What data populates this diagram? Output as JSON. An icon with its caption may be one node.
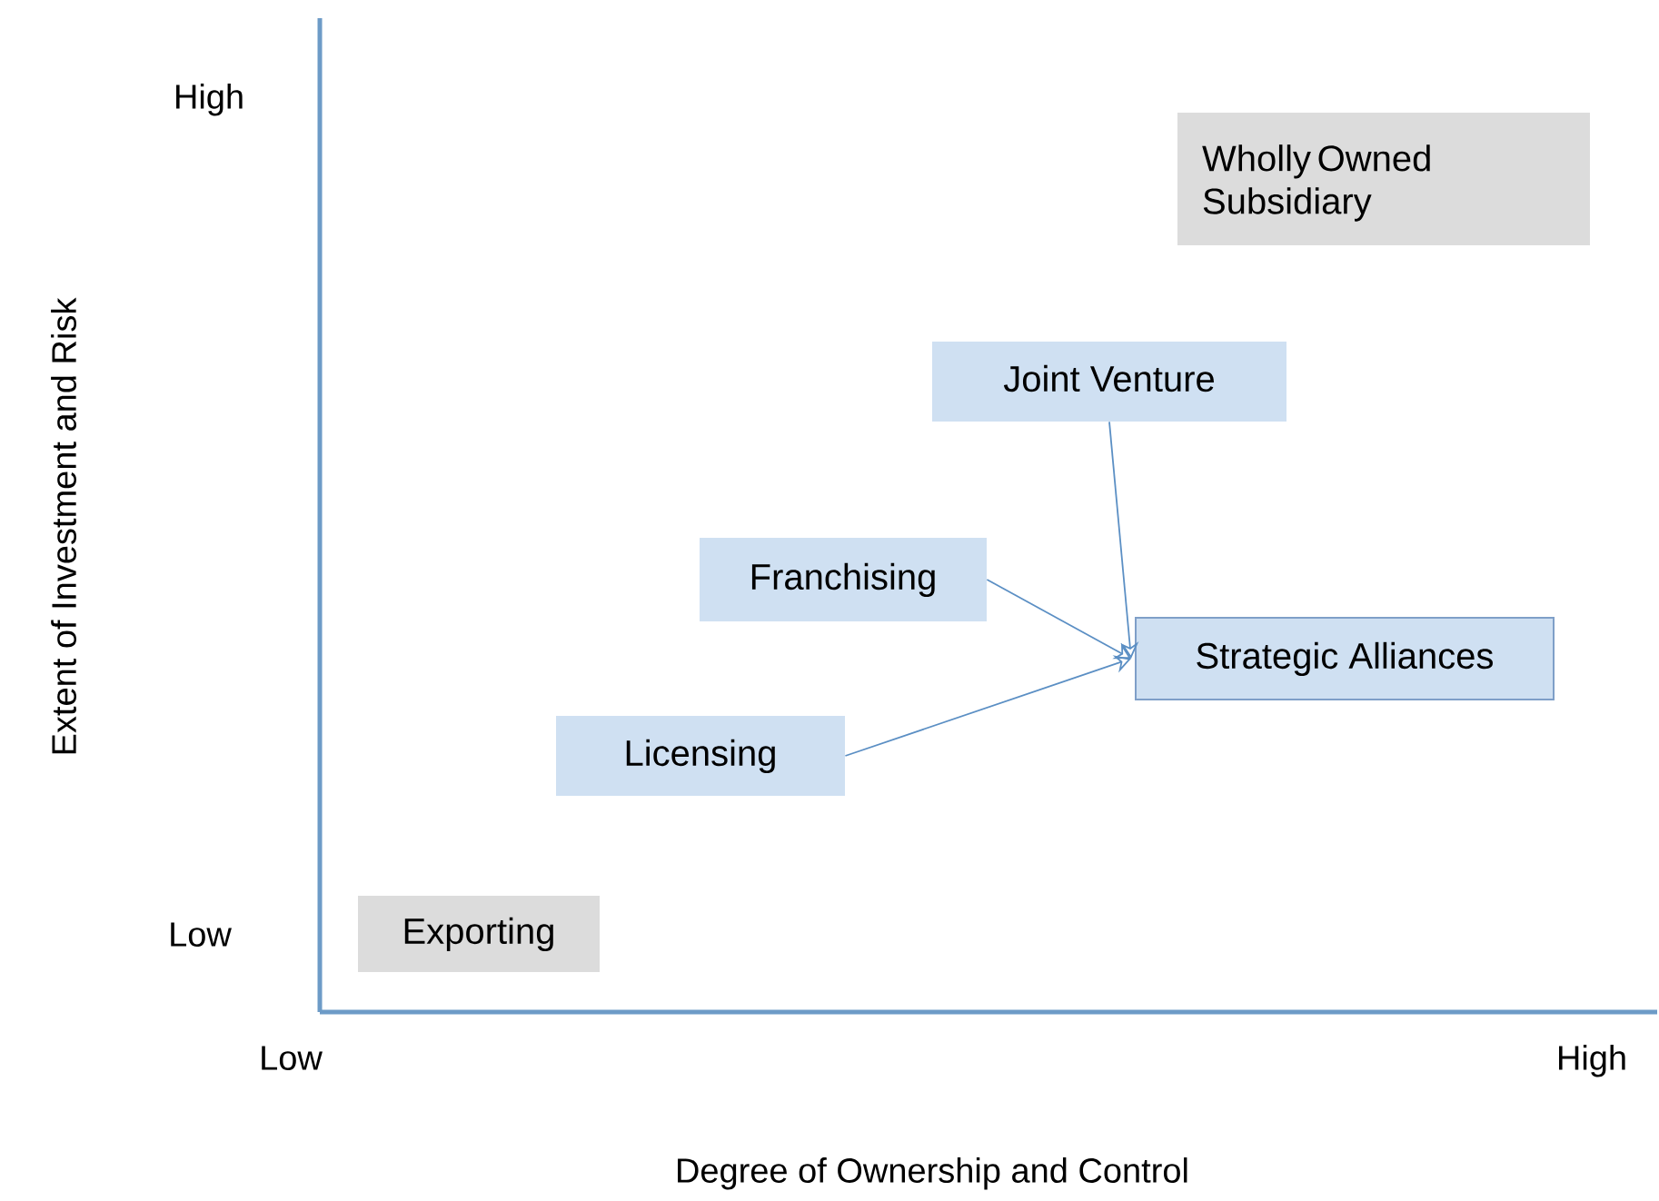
{
  "diagram": {
    "nodes": [
      {
        "text": [
          "Wholly Owned Subsidiary"
        ]
      },
      {
        "text": [
          "Joint Venture"
        ]
      },
      {
        "text": [
          "Franchising"
        ]
      },
      {
        "text": [
          "Strategic Alliances"
        ]
      },
      {
        "text": [
          "Licensing"
        ]
      },
      {
        "text": [
          "Exporting"
        ]
      }
    ],
    "edges": [
      {
        "from": 1,
        "to": 3,
        "arrow": "to"
      },
      {
        "from": 2,
        "to": 3,
        "arrow": "to"
      },
      {
        "from": 4,
        "to": 3,
        "arrow": "to"
      }
    ],
    "labels": [
      "High",
      "Low",
      "Low",
      "High",
      "Degree of Ownership and Control",
      "Extent of Investment and Risk"
    ]
  }
}
